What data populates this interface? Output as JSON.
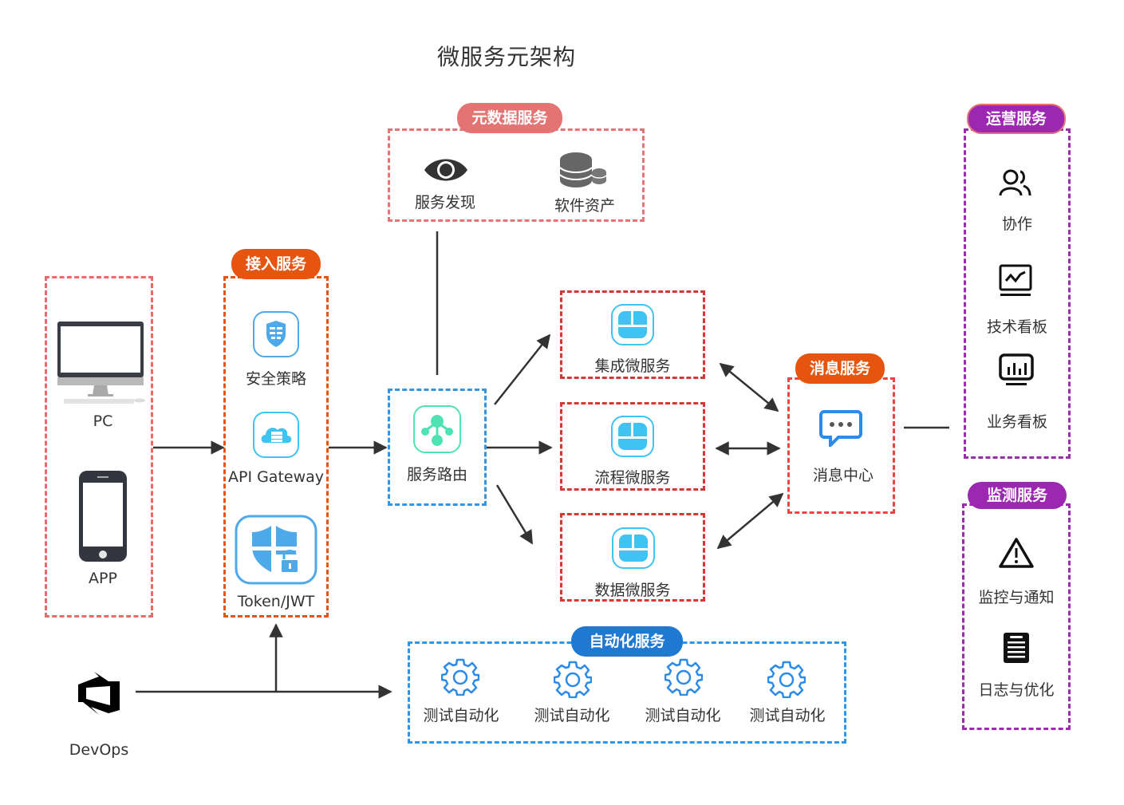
{
  "title": "微服务元架构",
  "clients": {
    "items": [
      {
        "label": "PC",
        "icon": "desktop-computer-icon"
      },
      {
        "label": "APP",
        "icon": "smartphone-icon"
      }
    ]
  },
  "access": {
    "tag": "接入服务",
    "items": [
      {
        "label": "安全策略",
        "icon": "firewall-shield-icon"
      },
      {
        "label": "API Gateway",
        "icon": "cloud-server-icon"
      },
      {
        "label": "Token/JWT",
        "icon": "shield-lock-icon"
      }
    ]
  },
  "metadata": {
    "tag": "元数据服务",
    "items": [
      {
        "label": "服务发现",
        "icon": "eye-icon"
      },
      {
        "label": "软件资产",
        "icon": "coin-stack-icon"
      }
    ]
  },
  "router": {
    "label": "服务路由",
    "icon": "hub-network-icon"
  },
  "microservices": [
    {
      "label": "集成微服务",
      "icon": "layout-panel-icon"
    },
    {
      "label": "流程微服务",
      "icon": "layout-panel-icon"
    },
    {
      "label": "数据微服务",
      "icon": "layout-panel-icon"
    }
  ],
  "message": {
    "tag": "消息服务",
    "label": "消息中心",
    "icon": "chat-bubble-icon"
  },
  "operations": {
    "tag": "运营服务",
    "items": [
      {
        "label": "协作",
        "icon": "users-icon"
      },
      {
        "label": "技术看板",
        "icon": "line-chart-monitor-icon"
      },
      {
        "label": "业务看板",
        "icon": "bar-chart-monitor-icon"
      }
    ]
  },
  "monitoring": {
    "tag": "监测服务",
    "items": [
      {
        "label": "监控与通知",
        "icon": "warning-triangle-icon"
      },
      {
        "label": "日志与优化",
        "icon": "log-document-icon"
      }
    ]
  },
  "automation": {
    "tag": "自动化服务",
    "items": [
      {
        "label": "测试自动化",
        "icon": "gear-icon"
      },
      {
        "label": "测试自动化",
        "icon": "gear-icon"
      },
      {
        "label": "测试自动化",
        "icon": "gear-icon"
      },
      {
        "label": "测试自动化",
        "icon": "gear-icon"
      }
    ]
  },
  "devops": {
    "label": "DevOps",
    "icon": "devops-logo-icon"
  },
  "colors": {
    "access_tag": "#e5550f",
    "metadata_tag": "#e47374",
    "message_tag": "#e5550f",
    "purple_tag": "#9c27b0",
    "automation_tag": "#1f78d1",
    "icon_blue": "#3fc3f2",
    "router_green": "#4fe3b4"
  }
}
